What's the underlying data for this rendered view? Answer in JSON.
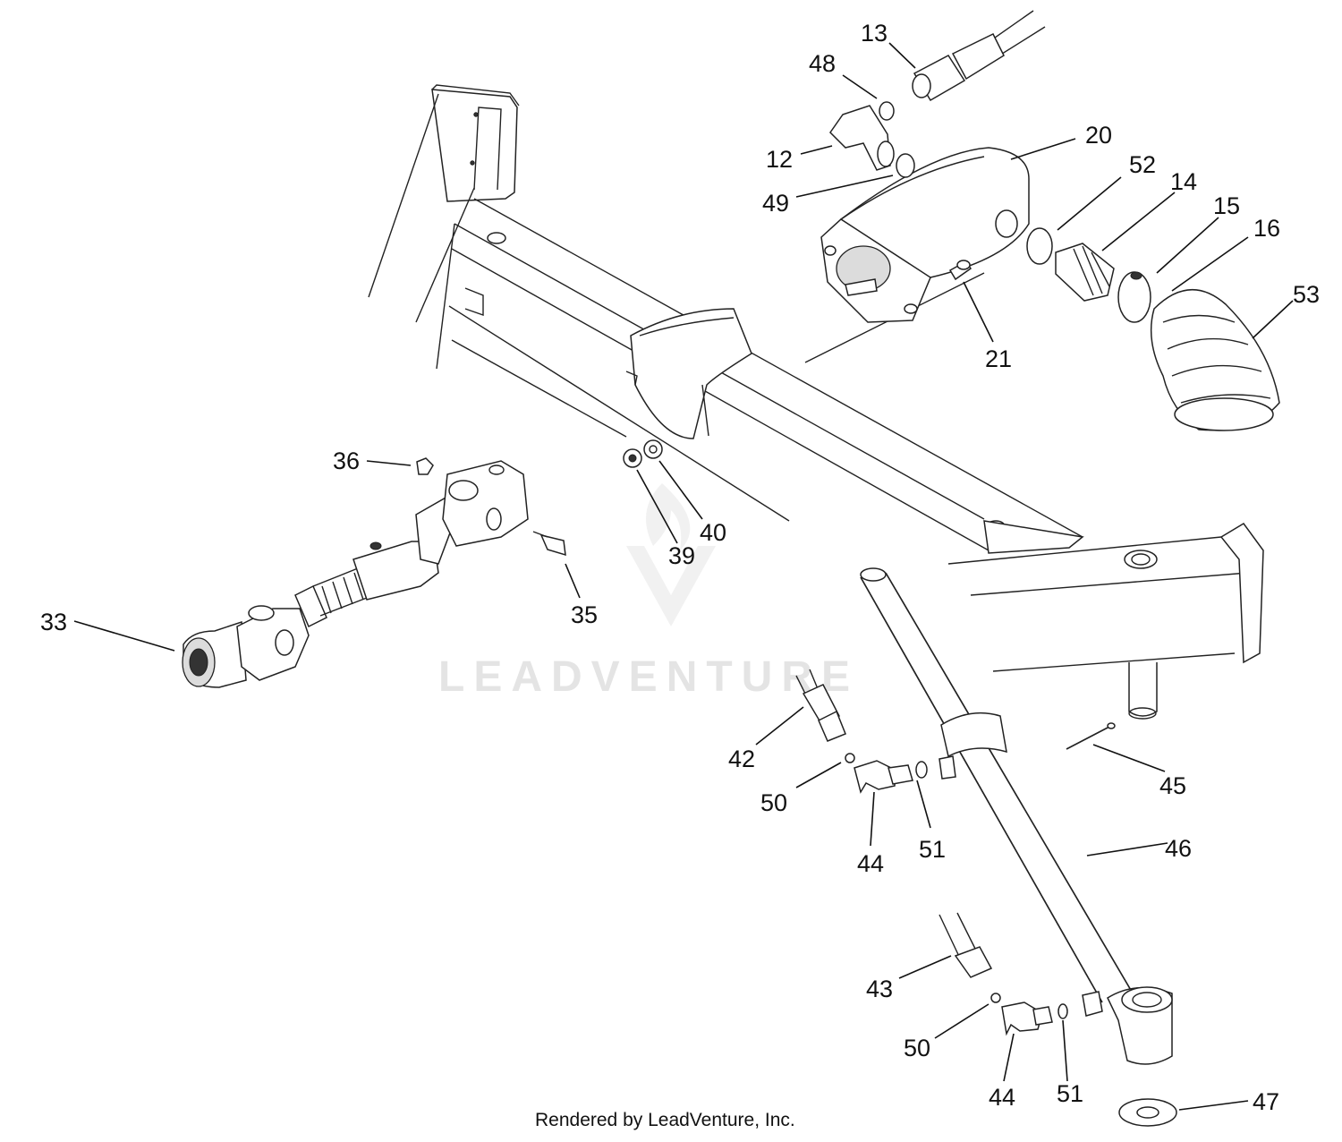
{
  "watermark": {
    "text": "LEADVENTURE"
  },
  "footer": {
    "text": "Rendered by LeadVenture, Inc."
  },
  "callouts": {
    "c12": "12",
    "c13": "13",
    "c14": "14",
    "c15": "15",
    "c16": "16",
    "c20": "20",
    "c21": "21",
    "c33": "33",
    "c35": "35",
    "c36": "36",
    "c39": "39",
    "c40": "40",
    "c42": "42",
    "c43": "43",
    "c44a": "44",
    "c44b": "44",
    "c45": "45",
    "c46": "46",
    "c47": "47",
    "c48": "48",
    "c49": "49",
    "c50a": "50",
    "c50b": "50",
    "c51a": "51",
    "c51b": "51",
    "c52": "52",
    "c53": "53"
  },
  "colors": {
    "line": "#222222",
    "text": "#111111",
    "watermark": "#e4e4e4",
    "background": "#ffffff"
  }
}
